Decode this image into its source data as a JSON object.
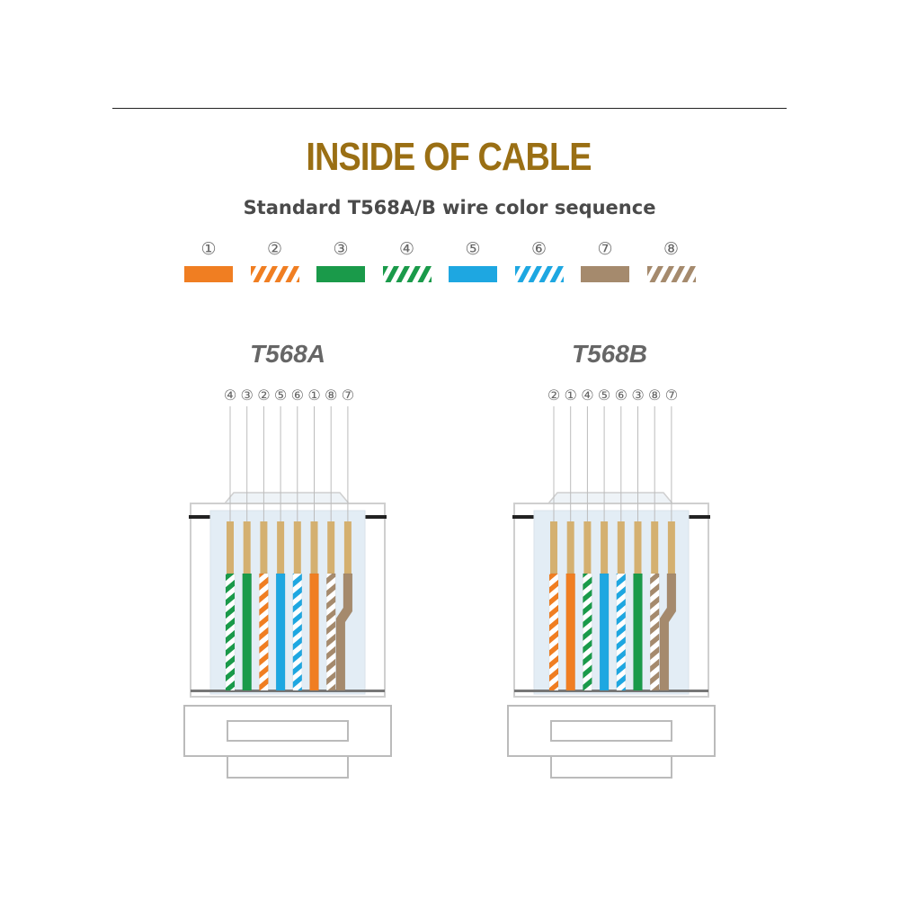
{
  "title": "INSIDE OF CABLE",
  "subtitle": "Standard T568A/B wire color sequence",
  "colors": {
    "orange": "#f07e22",
    "green": "#1a9a4a",
    "blue": "#1ea7e1",
    "brown": "#a58a6d",
    "title": "#9a6f14",
    "copper": "#d4b070",
    "plastic_edge": "#cfcfcf",
    "plastic_fill": "#e3edf5"
  },
  "legend": [
    {
      "num": "①",
      "color": "orange",
      "striped": false
    },
    {
      "num": "②",
      "color": "orange",
      "striped": true
    },
    {
      "num": "③",
      "color": "green",
      "striped": false
    },
    {
      "num": "④",
      "color": "green",
      "striped": true
    },
    {
      "num": "⑤",
      "color": "blue",
      "striped": false
    },
    {
      "num": "⑥",
      "color": "blue",
      "striped": true
    },
    {
      "num": "⑦",
      "color": "brown",
      "striped": false
    },
    {
      "num": "⑧",
      "color": "brown",
      "striped": true
    }
  ],
  "standards": [
    {
      "label": "T568A",
      "order": [
        "④",
        "③",
        "②",
        "⑤",
        "⑥",
        "①",
        "⑧",
        "⑦"
      ]
    },
    {
      "label": "T568B",
      "order": [
        "②",
        "①",
        "④",
        "⑤",
        "⑥",
        "③",
        "⑧",
        "⑦"
      ]
    }
  ]
}
